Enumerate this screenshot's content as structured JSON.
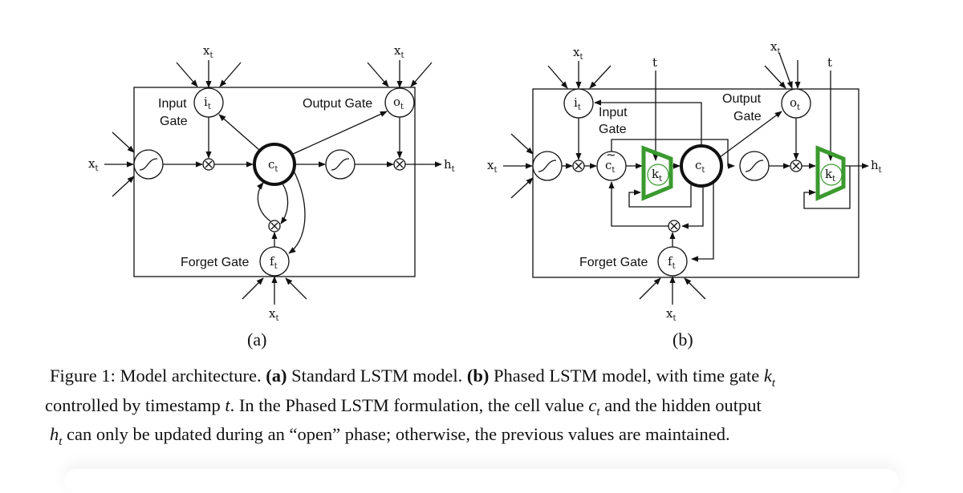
{
  "figure": {
    "panel_a": {
      "label": "(a)",
      "input_gate": [
        "Input",
        "Gate"
      ],
      "output_gate": "Output Gate",
      "forget_gate": "Forget Gate",
      "nodes": {
        "i": "i",
        "o": "o",
        "f": "f",
        "c": "c",
        "x": "x",
        "h": "h",
        "t": "t"
      }
    },
    "panel_b": {
      "label": "(b)",
      "input_gate": [
        "Input",
        "Gate"
      ],
      "output_gate": [
        "Output",
        "Gate"
      ],
      "forget_gate": "Forget Gate",
      "time_label": "t",
      "time_gate": "k"
    },
    "colors": {
      "time_gate": "#3a9a2e",
      "line": "#111111"
    }
  },
  "caption": {
    "prefix": "Figure 1: Model architecture. ",
    "a_tag": "(a)",
    "a_text": " Standard LSTM model. ",
    "b_tag": "(b)",
    "b_text": " Phased LSTM model, with time gate ",
    "kt": "k",
    "line2a": " controlled by timestamp ",
    "t": "t",
    "line2b": ". In the Phased LSTM formulation, the cell value ",
    "ct": "c",
    "line2c": " and the hidden output ",
    "ht": "h",
    "line3": " can only be updated during an “open” phase; otherwise, the previous values are maintained.",
    "sub_t": "t"
  }
}
